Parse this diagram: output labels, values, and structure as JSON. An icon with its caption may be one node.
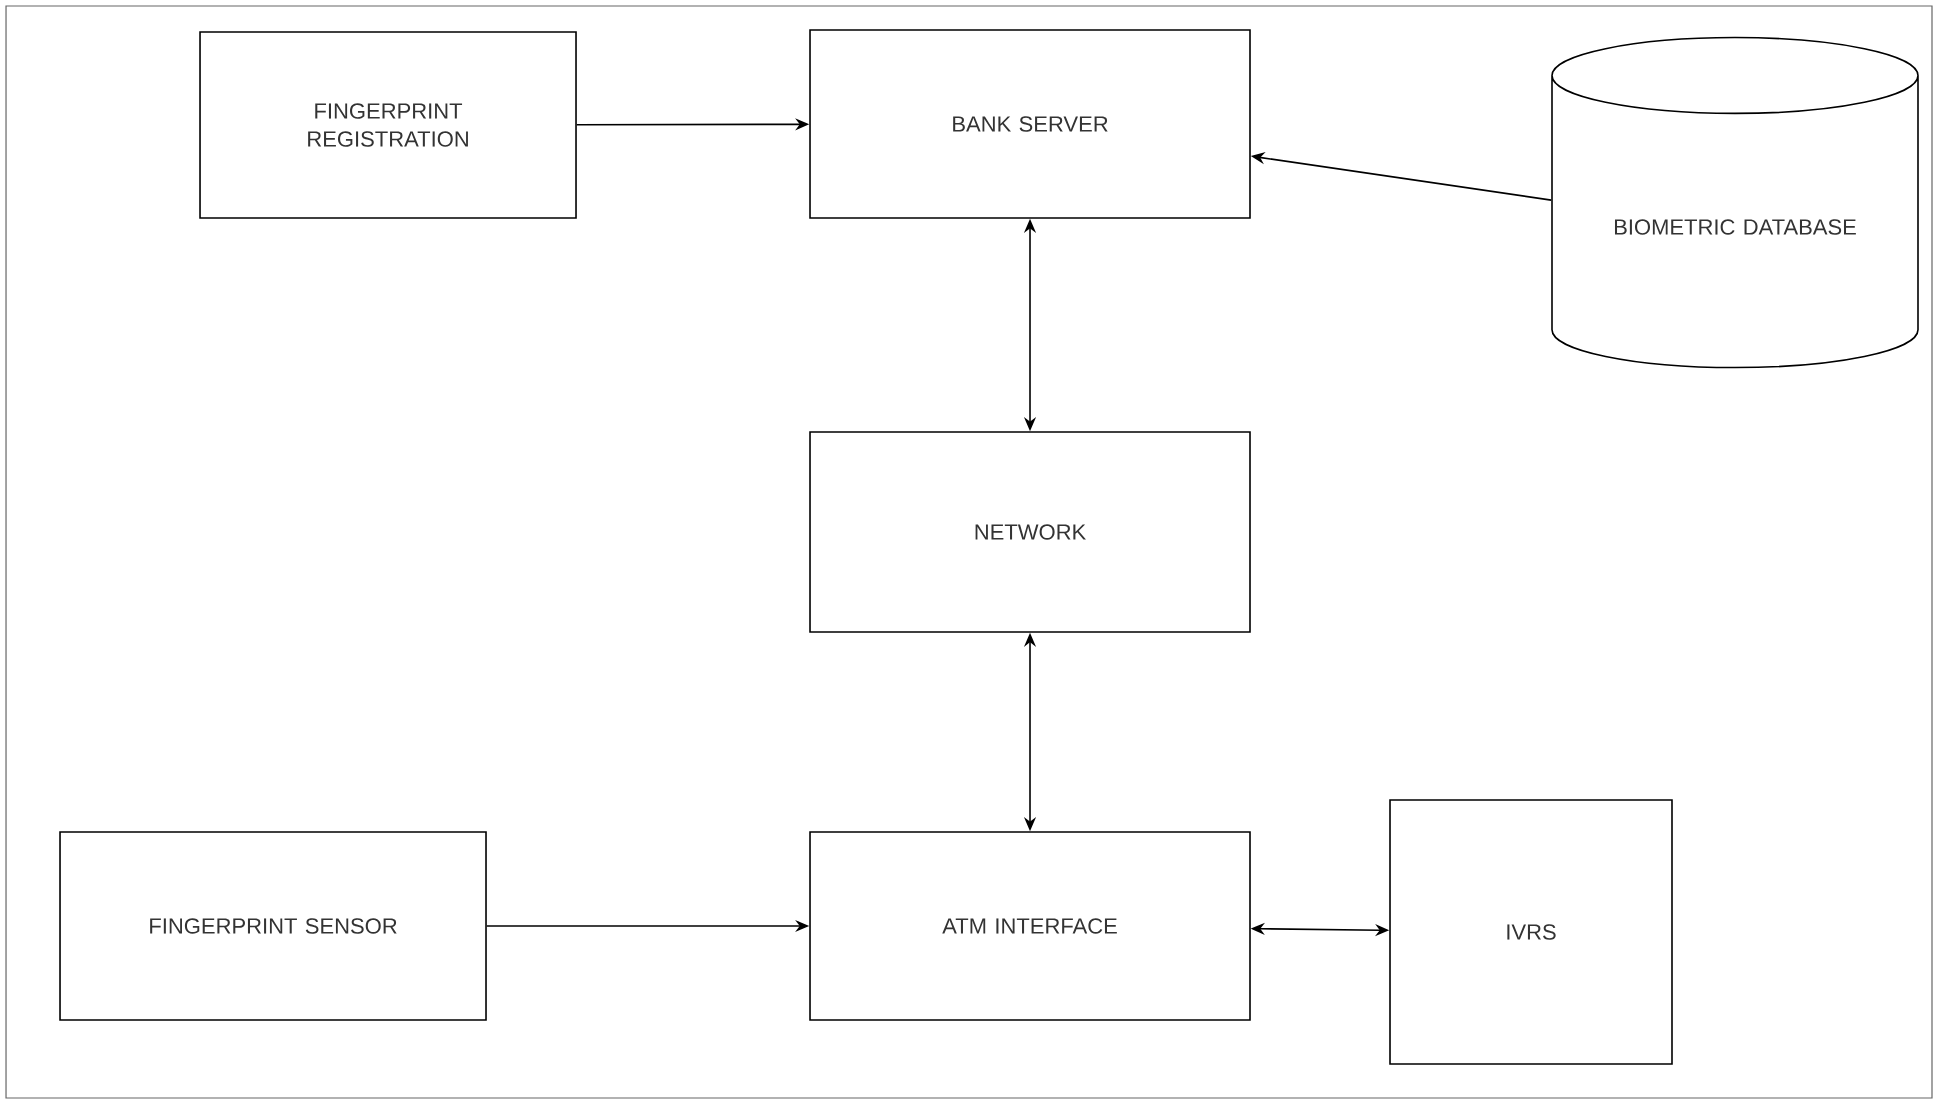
{
  "diagram": {
    "nodes": [
      {
        "text": [
          "FINGERPRINT REGISTRATION"
        ]
      },
      {
        "text": [
          "BANK SERVER"
        ]
      },
      {
        "text": [
          "BIOMETRIC DATABASE"
        ]
      },
      {
        "text": [
          "NETWORK"
        ]
      },
      {
        "text": [
          "FINGERPRINT SENSOR"
        ]
      },
      {
        "text": [
          "ATM INTERFACE"
        ]
      },
      {
        "text": [
          "IVRS"
        ]
      }
    ],
    "edges": [
      {
        "from": 0,
        "to": 1,
        "arrow": "to"
      },
      {
        "from": 2,
        "to": 1,
        "arrow": "to"
      },
      {
        "from": 1,
        "to": 3,
        "arrow": "both"
      },
      {
        "from": 3,
        "to": 5,
        "arrow": "both"
      },
      {
        "from": 4,
        "to": 5,
        "arrow": "to"
      },
      {
        "from": 5,
        "to": 6,
        "arrow": "both"
      }
    ]
  }
}
